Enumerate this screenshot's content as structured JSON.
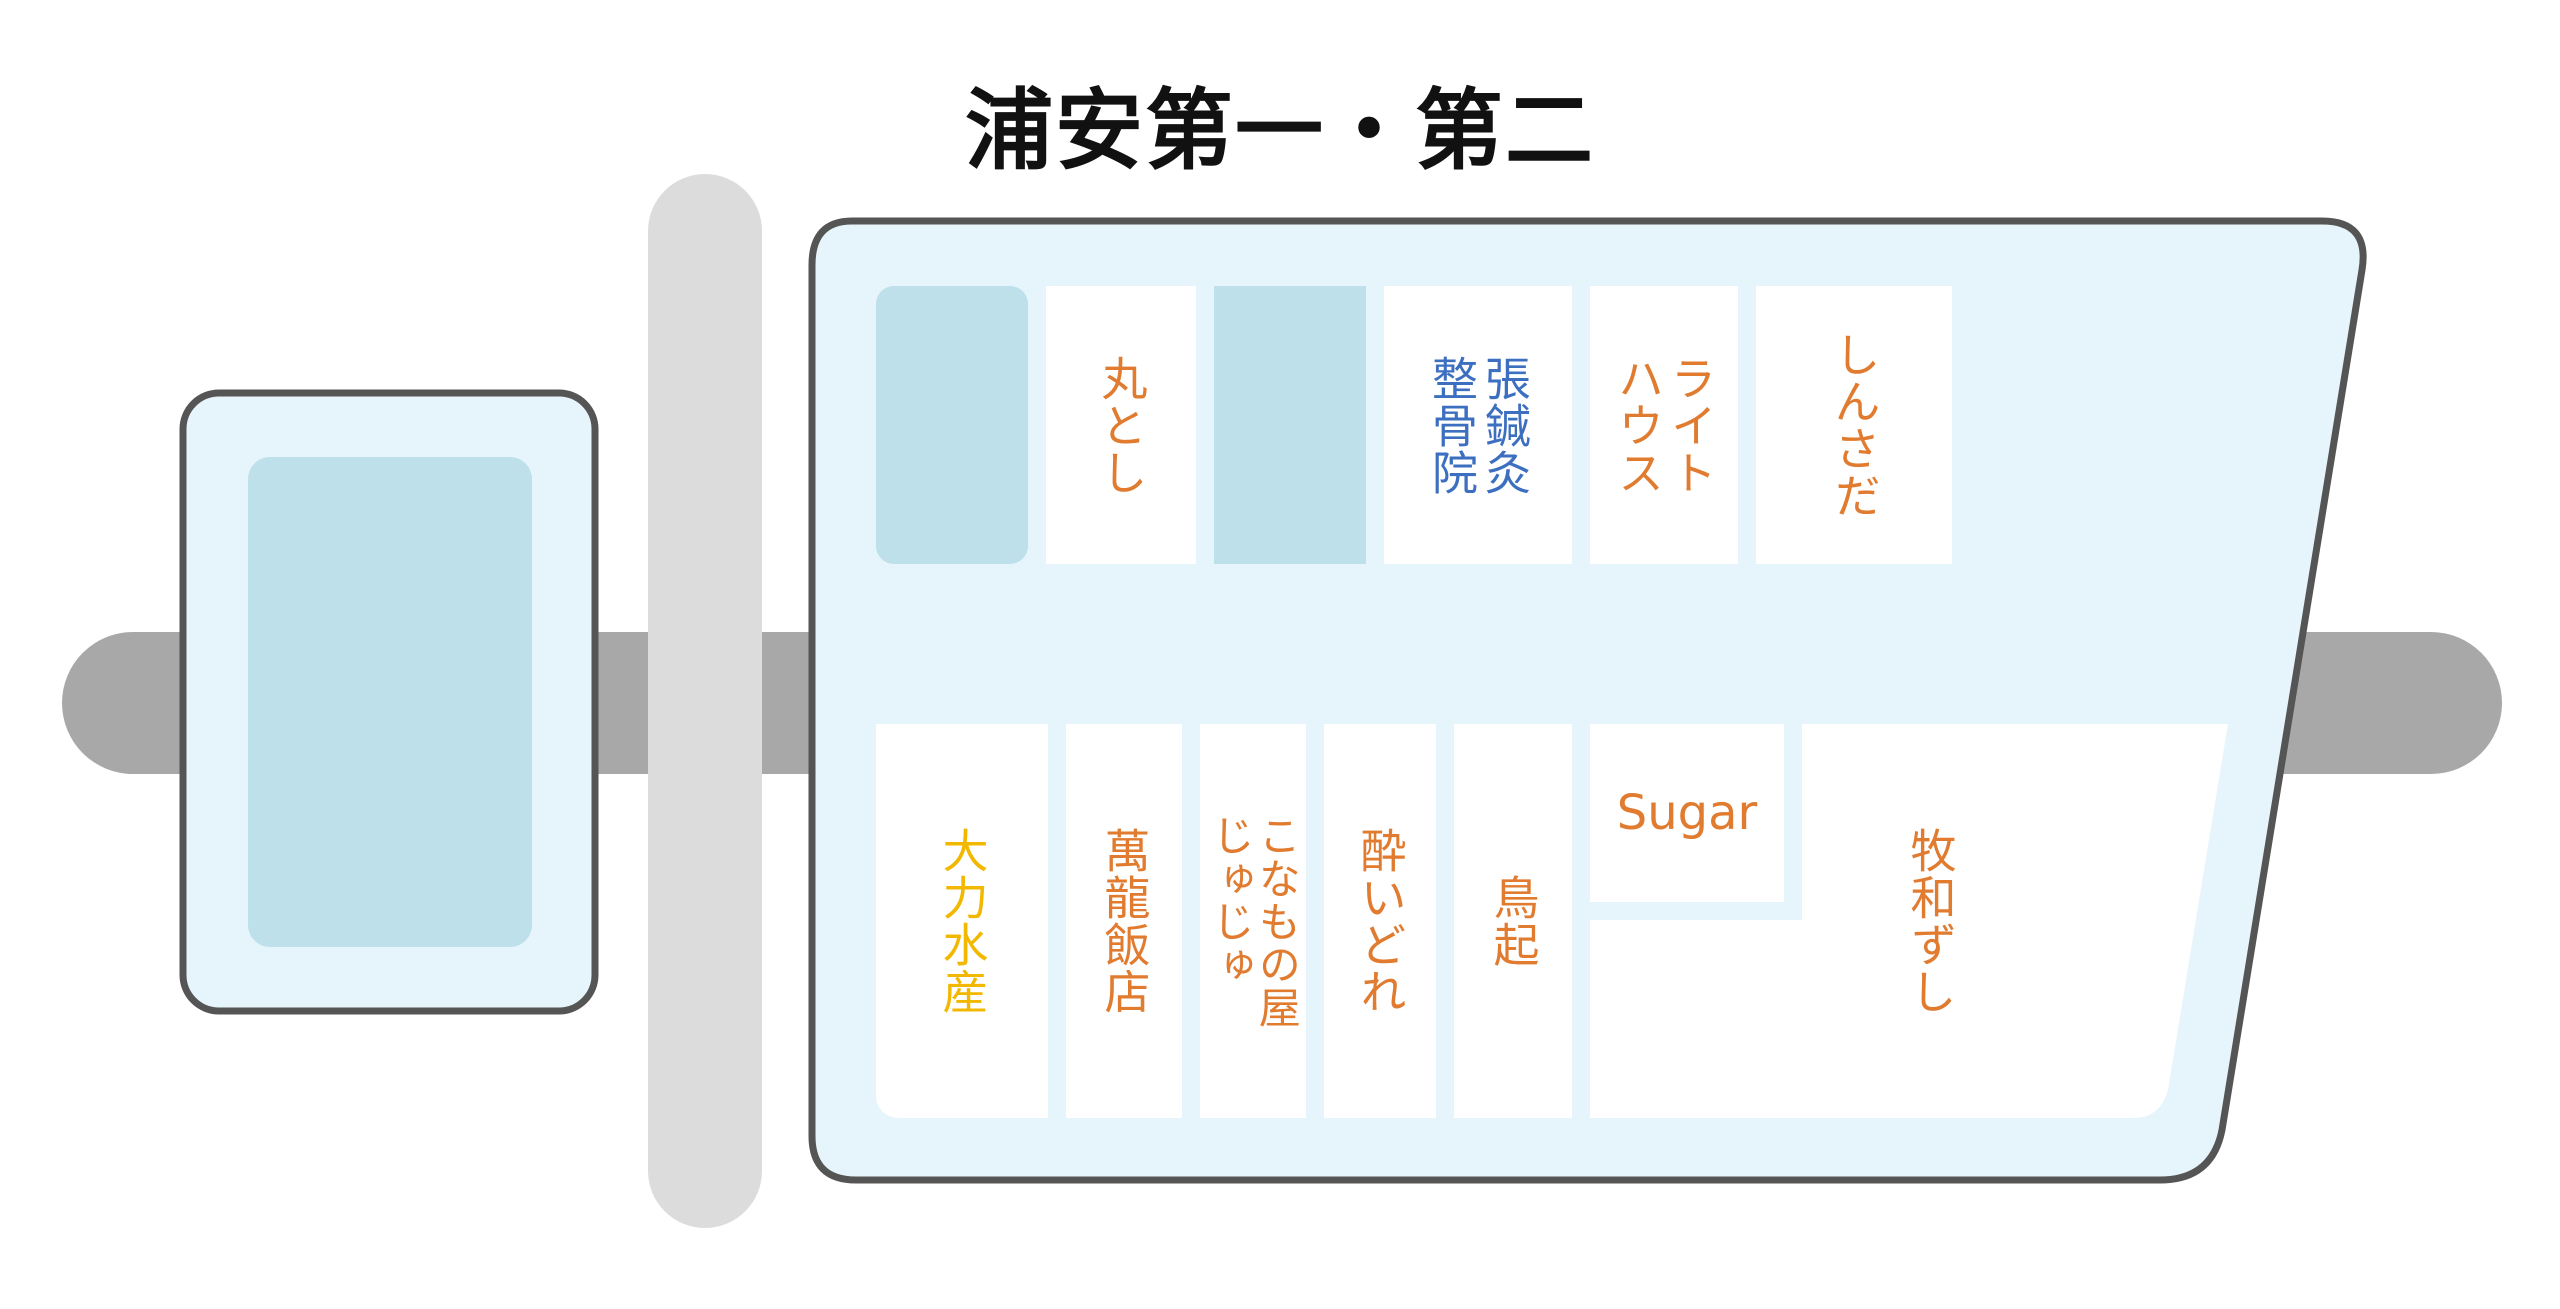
{
  "title": "浦安第一・第二",
  "colors": {
    "road": "#a8a8a8",
    "crossroad": "#dcdcdc",
    "block_fill": "#e6f4fb",
    "block_stroke": "#555555",
    "vacant": "#bde0ea",
    "shop": "#ffffff",
    "orange_text": "#e07b2f",
    "blue_text": "#3d6fc0",
    "yellow_text": "#f2b800"
  },
  "shops": {
    "marutoshi": "丸とし",
    "chou_shinkyu": "張鍼灸\n整骨院",
    "light_house": "ライト\nハウス",
    "shinsada": "しんさだ",
    "dairiki": "大力水産",
    "manryu": "萬龍飯店",
    "konamonoya": "こなもの屋\nじゅじゅ",
    "yoidore": "酔いどれ",
    "torioki": "鳥起",
    "sugar": "Sugar",
    "makiwazushi": "牧和ずし"
  }
}
